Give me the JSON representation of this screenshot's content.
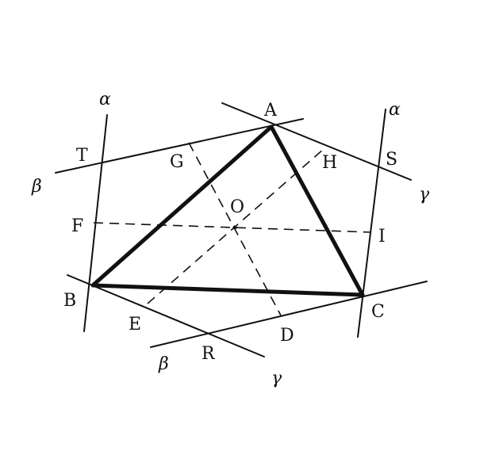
{
  "labels": {
    "A": "A",
    "B": "B",
    "C": "C",
    "D": "D",
    "E": "E",
    "F": "F",
    "G": "G",
    "H": "H",
    "I": "I",
    "O": "O",
    "R": "R",
    "S": "S",
    "T": "T",
    "alpha_left": "α",
    "alpha_right": "α",
    "beta_top": "β",
    "beta_bottom": "β",
    "gamma_right": "γ",
    "gamma_bottom": "γ"
  },
  "colors": {
    "ink": "#111111",
    "background": "#ffffff"
  }
}
